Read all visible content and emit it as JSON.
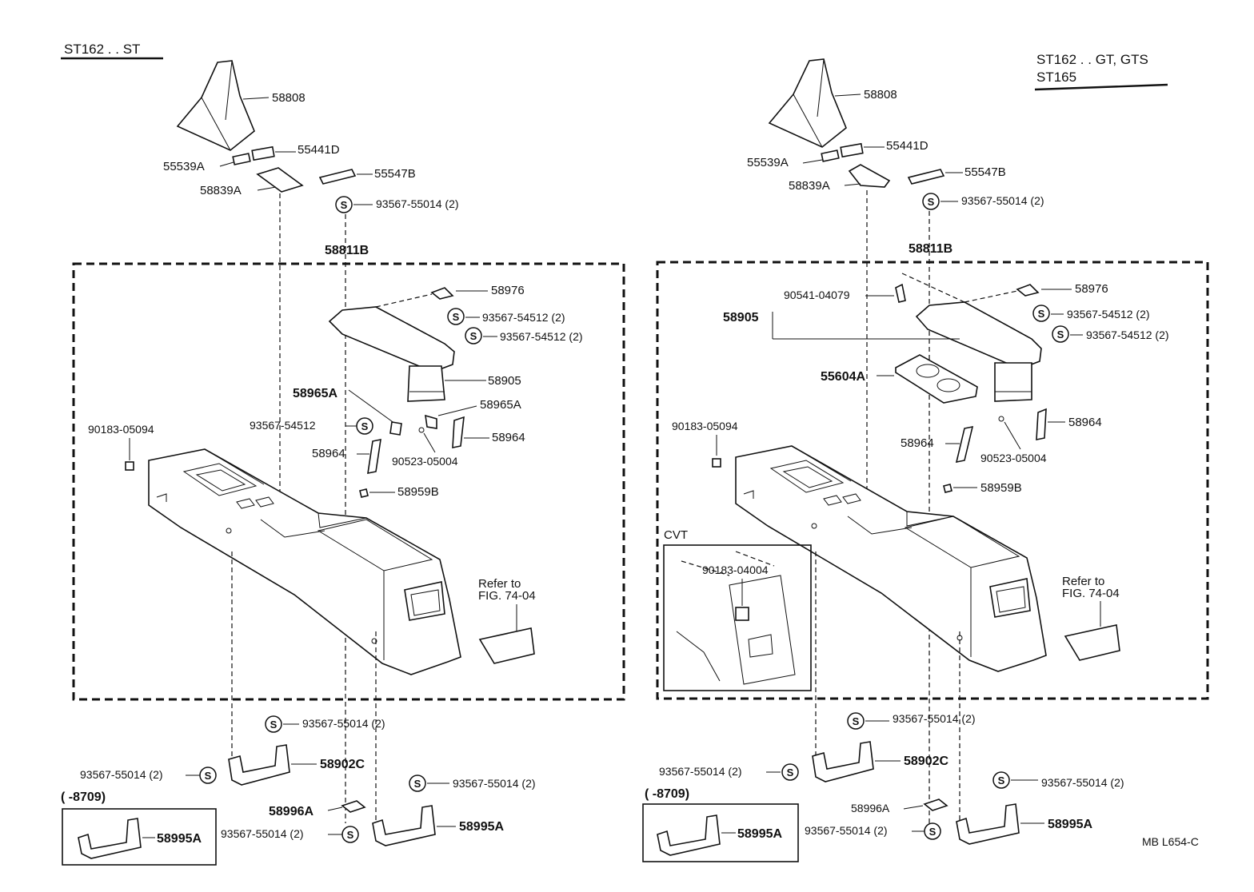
{
  "left": {
    "model_title": "ST162 . . ST",
    "labels": {
      "shift_boot": "58808",
      "plate_d": "55441D",
      "clip_a": "55539A",
      "clip_b": "55547B",
      "cover_a": "58839A",
      "screw_top": "93567-55014 (2)",
      "console_assy": "58811B",
      "armrest_pin": "58976",
      "screw_arm_1": "93567-54512 (2)",
      "screw_arm_2": "93567-54512 (2)",
      "armrest": "58905",
      "hinge_left": "58965A",
      "hinge_right": "58965A",
      "screw_hinge": "93567-54512",
      "bracket_right": "58964",
      "bracket_left": "58964",
      "clip_hinge": "90523-05004",
      "nut": "90183-05094",
      "cap": "58959B",
      "refer": "Refer to\nFIG. 74-04",
      "screw_lower_1": "93567-55014 (2)",
      "screw_lower_2": "93567-55014 (2)",
      "bracket_front": "58902C",
      "screw_lower_3": "93567-55014 (2)",
      "bracket_clip": "58996A",
      "screw_lower_4": "93567-55014 (2)",
      "bracket_rear": "58995A",
      "inset_range": "(      -8709)",
      "inset_part": "58995A"
    }
  },
  "right": {
    "model_title_1": "ST162 . . GT, GTS",
    "model_title_2": "ST165",
    "labels": {
      "shift_boot": "58808",
      "plate_d": "55441D",
      "clip_a": "55539A",
      "clip_b": "55547B",
      "cover_a": "58839A",
      "screw_top": "93567-55014 (2)",
      "console_assy": "58811B",
      "armrest_pin": "58976",
      "bolt": "90541-04079",
      "armrest": "58905",
      "screw_arm_1": "93567-54512 (2)",
      "screw_arm_2": "93567-54512 (2)",
      "cup_holder": "55604A",
      "nut": "90183-05094",
      "bracket_right": "58964",
      "bracket_left": "58964",
      "clip_hinge": "90523-05004",
      "cap": "58959B",
      "cvt": "CVT",
      "cvt_nut": "90183-04004",
      "refer": "Refer to\nFIG. 74-04",
      "screw_lower_1": "93567-55014 (2)",
      "screw_lower_2": "93567-55014 (2)",
      "bracket_front": "58902C",
      "screw_lower_3": "93567-55014 (2)",
      "bracket_clip": "58996A",
      "screw_lower_4": "93567-55014 (2)",
      "bracket_rear": "58995A",
      "inset_range": "(      -8709)",
      "inset_part": "58995A"
    }
  },
  "footer_code": "MB  L654-C",
  "s_symbol": "S"
}
